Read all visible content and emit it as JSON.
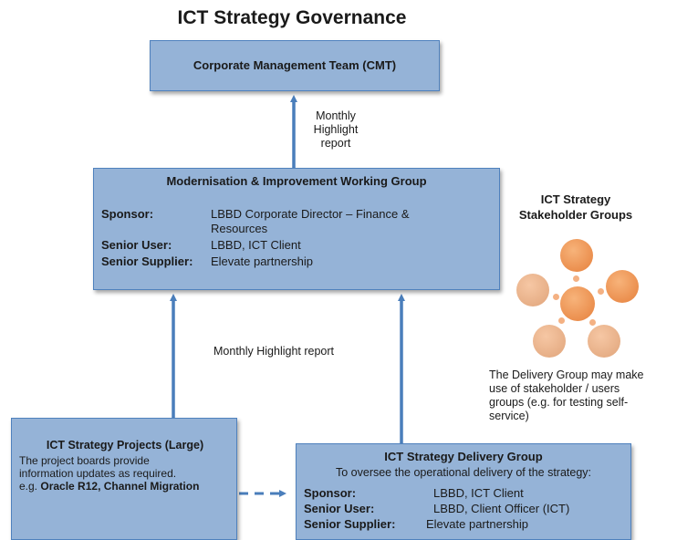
{
  "title": "ICT Strategy Governance",
  "cmt": {
    "label": "Corporate Management Team (CMT)"
  },
  "arrow_labels": {
    "monthly_top": [
      "Monthly",
      "Highlight",
      "report"
    ],
    "monthly_mid": "Monthly Highlight report"
  },
  "miwg": {
    "heading": "Modernisation & Improvement Working Group",
    "rows": [
      {
        "key": "Sponsor:",
        "value_lines": [
          "LBBD Corporate Director – Finance &",
          "Resources"
        ]
      },
      {
        "key": "Senior User:",
        "value_lines": [
          "LBBD, ICT Client"
        ]
      },
      {
        "key": "Senior Supplier:",
        "value_lines": [
          "Elevate partnership"
        ]
      }
    ]
  },
  "stakeholder": {
    "title_lines": [
      "ICT Strategy",
      "Stakeholder Groups"
    ],
    "note_lines": [
      "The Delivery Group may make",
      "use of stakeholder / users",
      "groups (e.g. for testing self-",
      "service)"
    ],
    "colors": {
      "center": "#e8894a",
      "outer": "#f4b183"
    }
  },
  "projects": {
    "heading": "ICT Strategy Projects (Large)",
    "line1": "The project boards provide",
    "line2": "information updates as required.",
    "line3_prefix": "e.g.",
    "line3_bold": "Oracle R12, Channel Migration"
  },
  "delivery": {
    "heading": "ICT Strategy Delivery Group",
    "sub": "To oversee the operational delivery of the strategy:",
    "rows": [
      {
        "key": "Sponsor:",
        "value": "LBBD, ICT Client"
      },
      {
        "key": "Senior User:",
        "value": "LBBD, Client Officer (ICT)"
      },
      {
        "key": "Senior Supplier:",
        "value": "Elevate partnership"
      }
    ]
  },
  "colors": {
    "box_fill": "#95b3d7",
    "box_border": "#4f81bd",
    "arrow": "#4a7ebb"
  }
}
